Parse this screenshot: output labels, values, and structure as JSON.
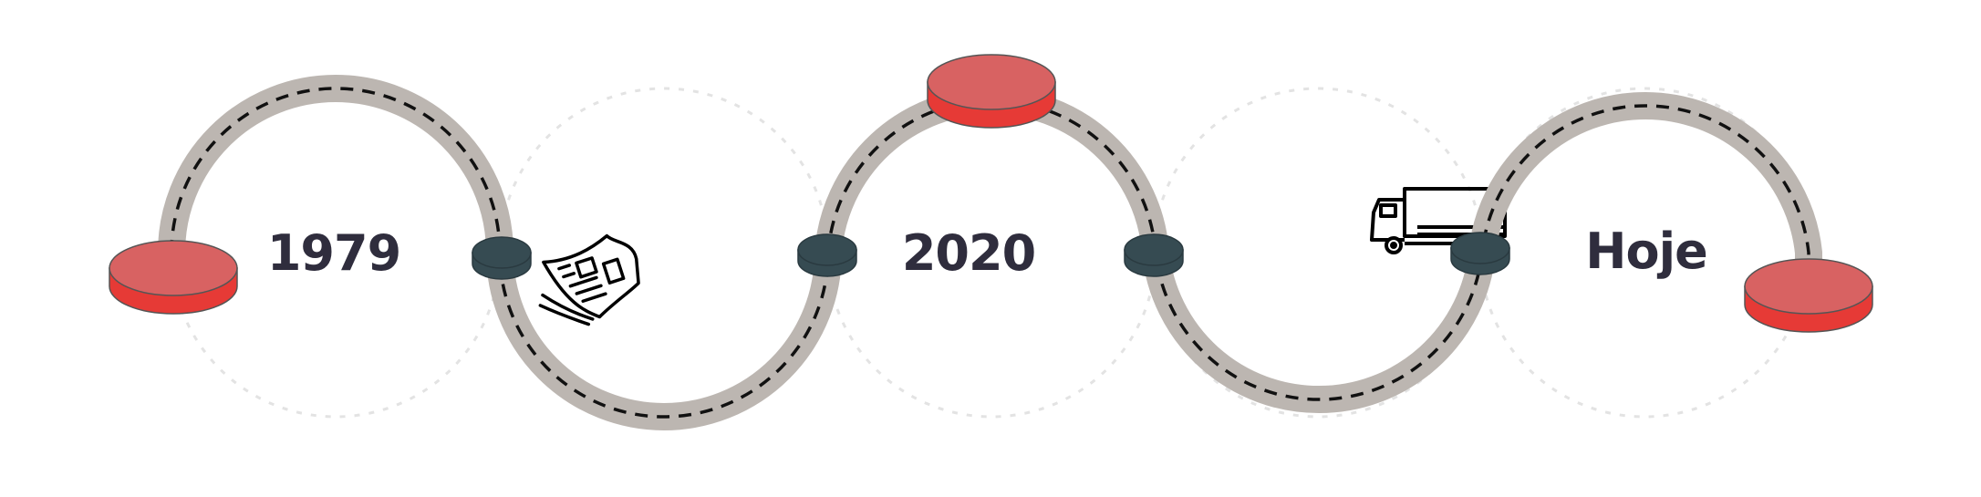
{
  "timeline": {
    "milestones": [
      {
        "label": "1979"
      },
      {
        "label": "2020"
      },
      {
        "label": "Hoje"
      }
    ],
    "icons": [
      "newspaper-icon",
      "truck-icon"
    ]
  },
  "colors": {
    "road": "#bcb6b1",
    "road_dash": "#111111",
    "guide_circle": "#e3e3e3",
    "red_top": "#d86262",
    "red_side": "#e63a36",
    "node_dark": "#364b52",
    "text": "#2f2d3d"
  }
}
